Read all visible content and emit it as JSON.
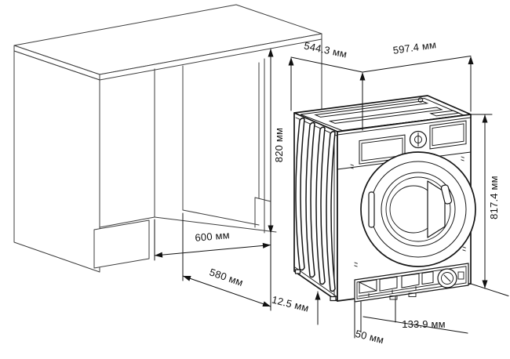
{
  "page": {
    "background": "#ffffff",
    "line_color": "#1a1a1a"
  },
  "diagram": {
    "type": "installation-dimensions",
    "subject": "built-in washing machine with cabinet niche",
    "unit": "мм",
    "labels": {
      "top_depth": "544.3 мм",
      "top_width": "597.4 мм",
      "niche_height": "820 мм",
      "machine_height": "817.4 мм",
      "niche_width": "600 мм",
      "niche_depth": "580 мм",
      "base_gap": "12.5 мм",
      "plinth_height": "133.9 мм",
      "front_clearance": "50 мм"
    }
  }
}
